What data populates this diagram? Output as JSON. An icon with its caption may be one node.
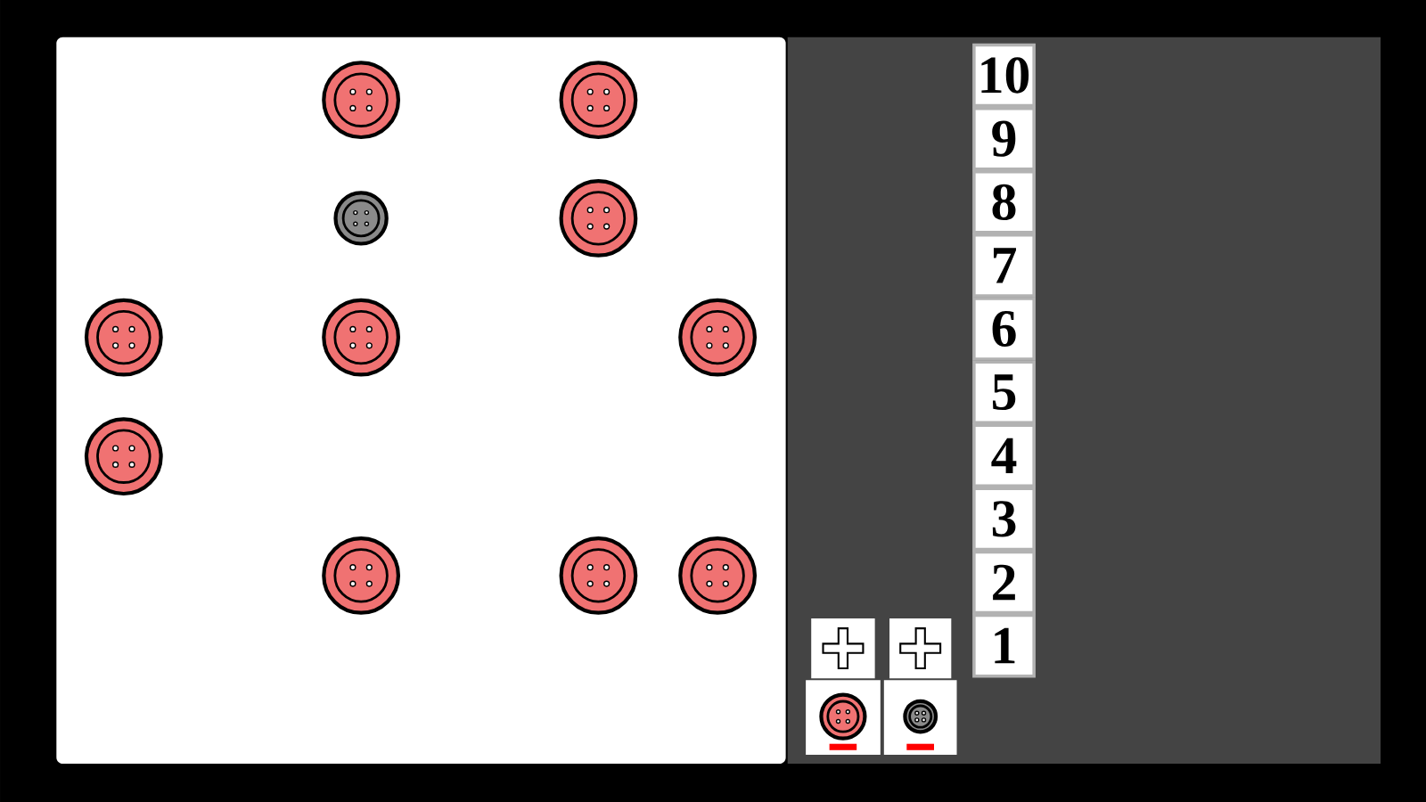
{
  "diagram": {
    "nodes": [
      {
        "text": [
          "10"
        ]
      },
      {
        "text": [
          "9"
        ]
      },
      {
        "text": [
          "8"
        ]
      },
      {
        "text": [
          "7"
        ]
      },
      {
        "text": [
          "6"
        ]
      },
      {
        "text": [
          "5"
        ]
      },
      {
        "text": [
          "4"
        ]
      },
      {
        "text": [
          "3"
        ]
      },
      {
        "text": [
          "2"
        ]
      },
      {
        "text": [
          "1"
        ]
      }
    ]
  }
}
